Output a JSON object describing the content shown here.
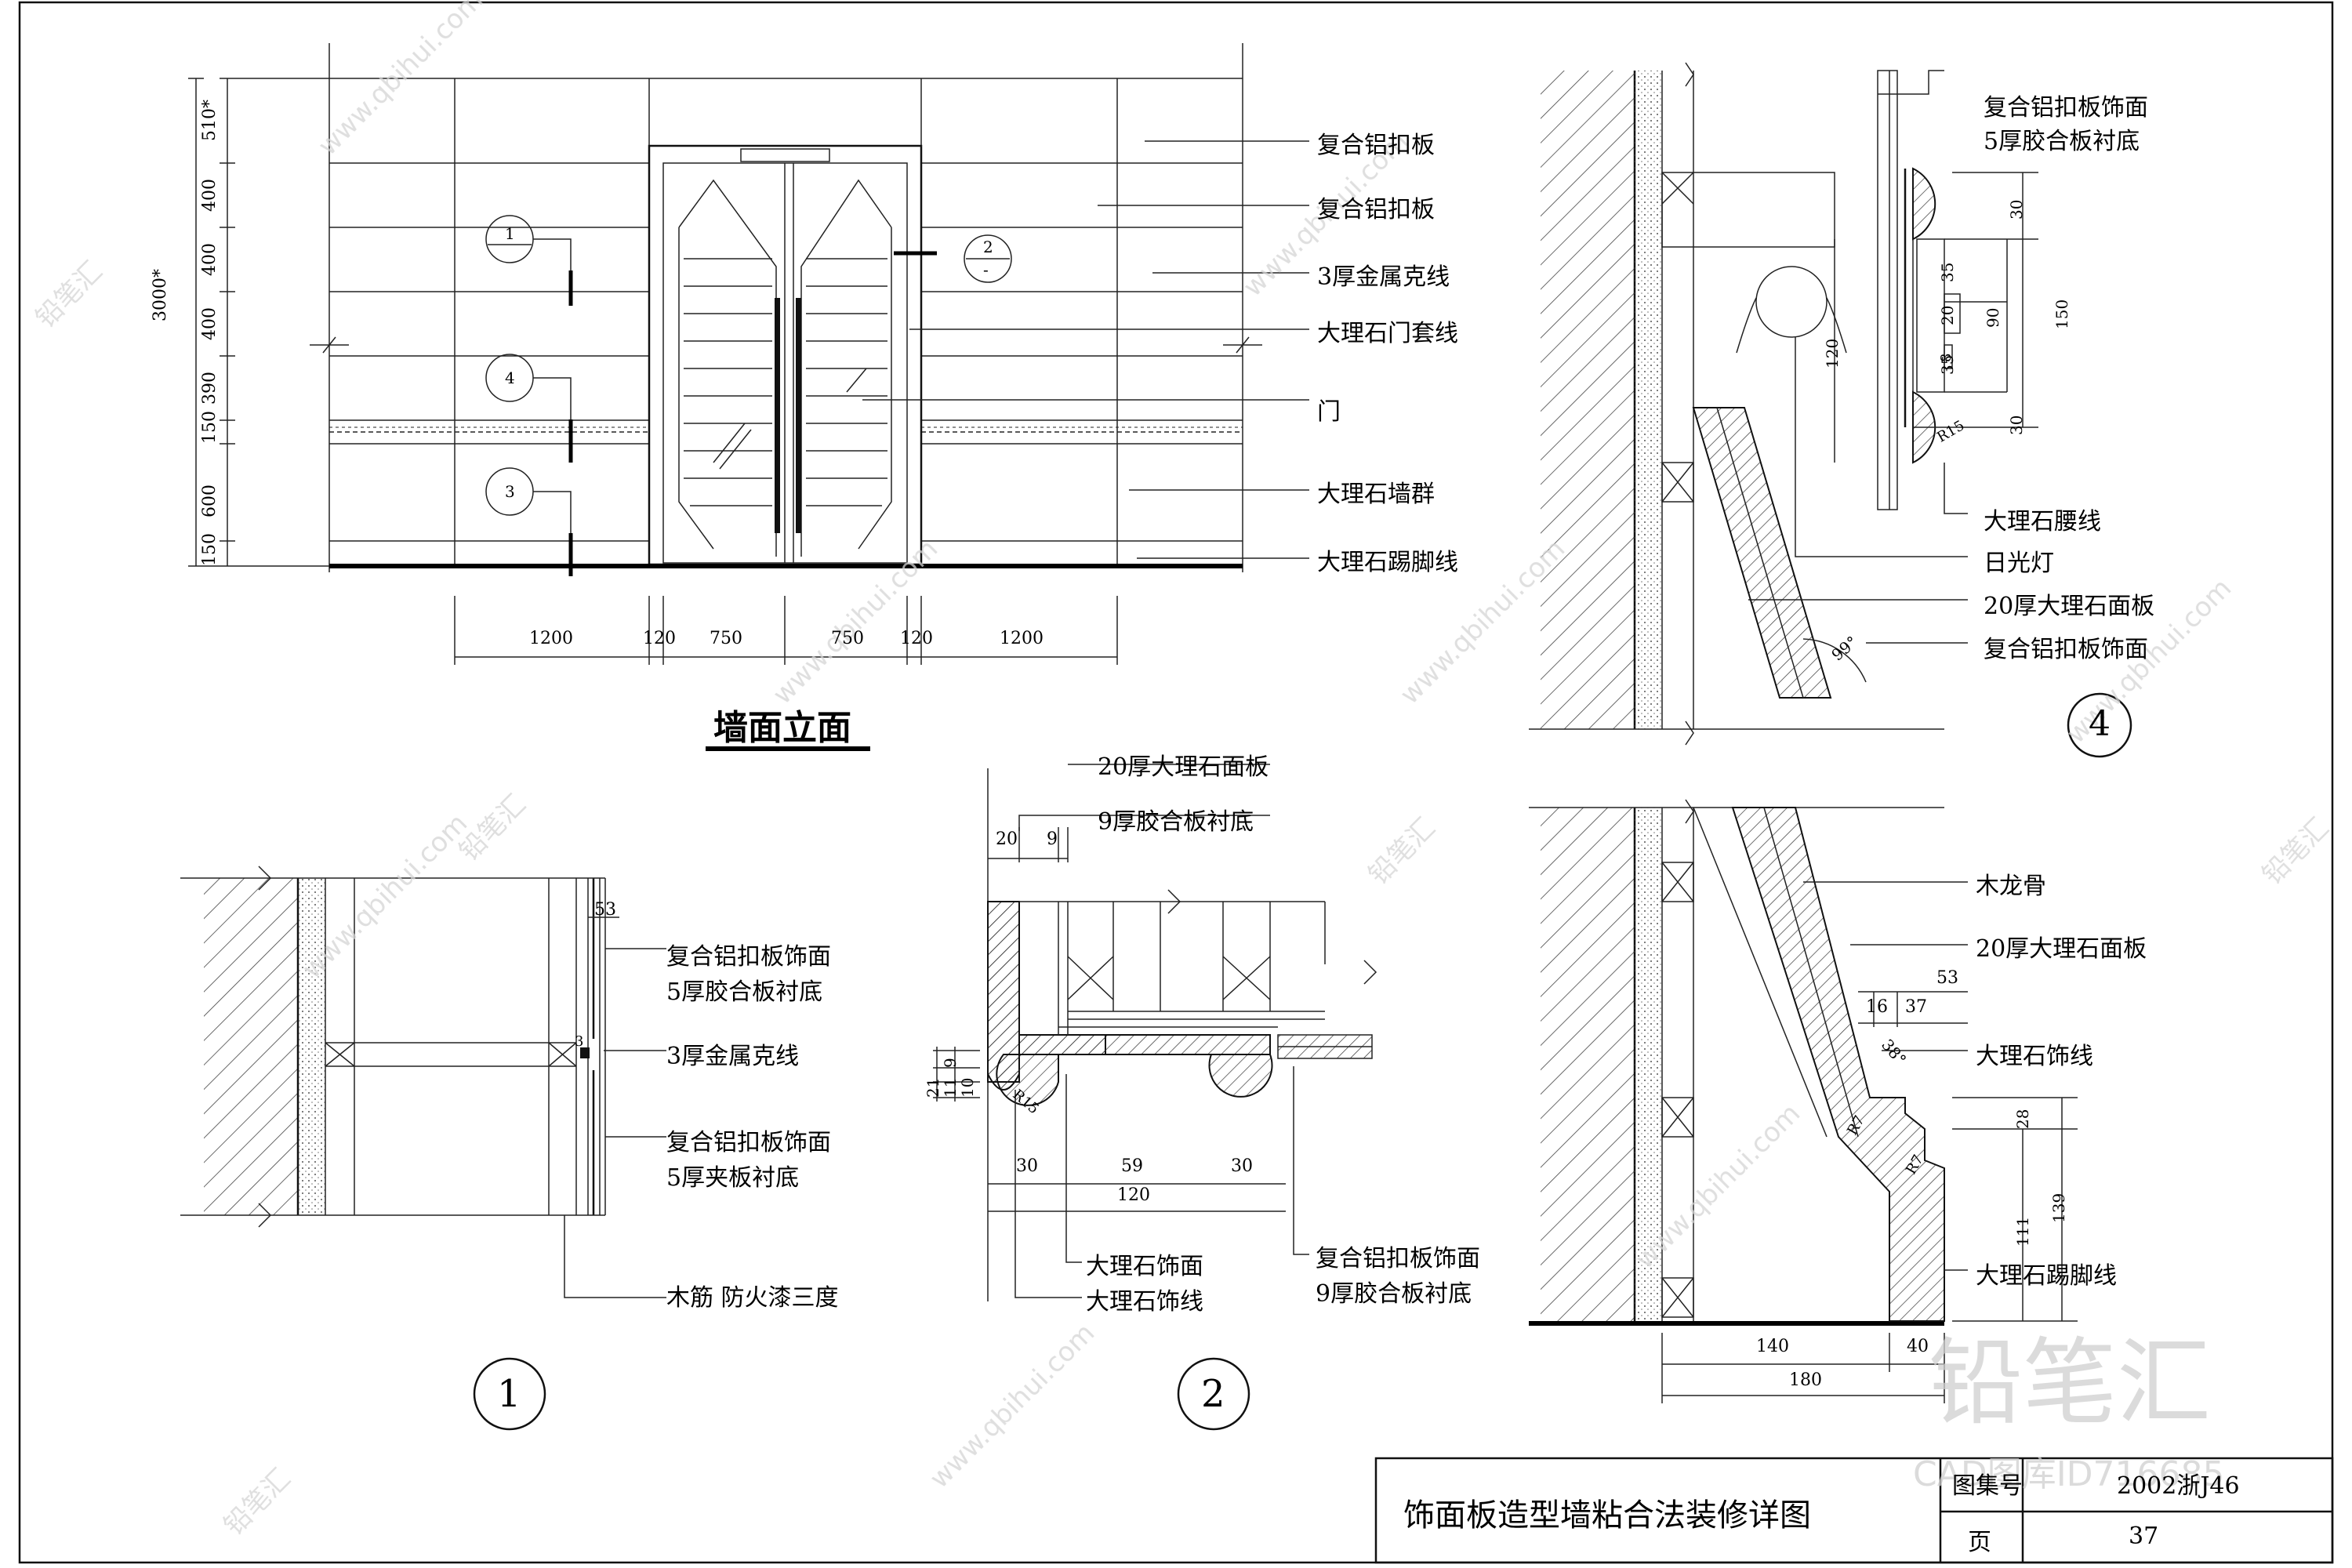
{
  "drawing": {
    "main_title": "墙面立面",
    "sheet_title": "饰面板造型墙粘合法装修详图",
    "album_label": "图集号",
    "album_value": "2002浙J46",
    "page_label": "页",
    "page_value": "37"
  },
  "elevation": {
    "height_total": "3000*",
    "vertical_dims": [
      "510*",
      "400",
      "400",
      "400",
      "390",
      "150",
      "600",
      "150"
    ],
    "horizontal_dims": [
      "1200",
      "120",
      "750",
      "750",
      "120",
      "1200"
    ],
    "callouts": [
      {
        "num": "1",
        "sub": ""
      },
      {
        "num": "2",
        "sub": "-"
      },
      {
        "num": "4",
        "sub": ""
      },
      {
        "num": "3",
        "sub": ""
      }
    ],
    "labels": [
      "复合铝扣板",
      "复合铝扣板",
      "3厚金属克线",
      "大理石门套线",
      "门",
      "大理石墙群",
      "大理石踢脚线"
    ]
  },
  "detail1": {
    "number": "1",
    "dims": [
      "53",
      "3"
    ],
    "labels": [
      "复合铝扣板饰面",
      "5厚胶合板衬底",
      "3厚金属克线",
      "复合铝扣板饰面",
      "5厚夹板衬底",
      "木筋 防火漆三度"
    ]
  },
  "detail2": {
    "number": "2",
    "dims": [
      "20",
      "9",
      "21",
      "9",
      "11",
      "10",
      "R15",
      "30",
      "59",
      "30",
      "120"
    ],
    "labels": [
      "20厚大理石面板",
      "9厚胶合板衬底",
      "大理石饰面",
      "大理石饰线",
      "复合铝扣板饰面",
      "9厚胶合板衬底"
    ]
  },
  "detail4": {
    "number": "4",
    "dims": [
      "30",
      "35",
      "20",
      "35",
      "30",
      "90",
      "150",
      "8",
      "120",
      "R15",
      "99°"
    ],
    "labels": [
      "复合铝扣板饰面",
      "5厚胶合板衬底",
      "大理石腰线",
      "日光灯",
      "20厚大理石面板",
      "复合铝扣板饰面"
    ]
  },
  "detail5": {
    "dims": [
      "53",
      "16",
      "37",
      "38°",
      "R7",
      "R7",
      "28",
      "111",
      "139",
      "140",
      "40",
      "180"
    ],
    "labels": [
      "木龙骨",
      "20厚大理石面板",
      "大理石饰线",
      "大理石踢脚线"
    ]
  },
  "watermark": {
    "brand": "铅笔汇",
    "url": "www.qbihui.com",
    "id_text": "CAD图库ID716685"
  }
}
